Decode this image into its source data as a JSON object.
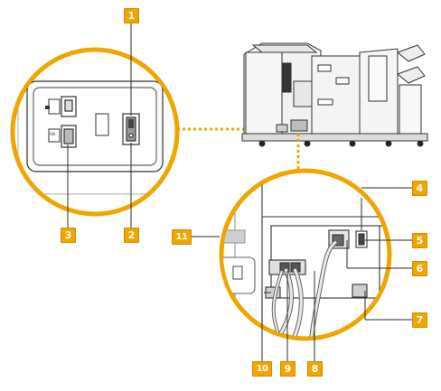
{
  "callouts": [
    {
      "id": "c1",
      "label": "1"
    },
    {
      "id": "c2",
      "label": "2"
    },
    {
      "id": "c3",
      "label": "3"
    },
    {
      "id": "c4",
      "label": "4"
    },
    {
      "id": "c5",
      "label": "5"
    },
    {
      "id": "c6",
      "label": "6"
    },
    {
      "id": "c7",
      "label": "7"
    },
    {
      "id": "c8",
      "label": "8"
    },
    {
      "id": "c9",
      "label": "9"
    },
    {
      "id": "c10",
      "label": "10"
    },
    {
      "id": "c11",
      "label": "11"
    }
  ],
  "colors": {
    "accent": "#f0a500",
    "circle_outline": "#f0a500",
    "line": "#2b2b2b",
    "panel_bg": "#ffffff"
  }
}
